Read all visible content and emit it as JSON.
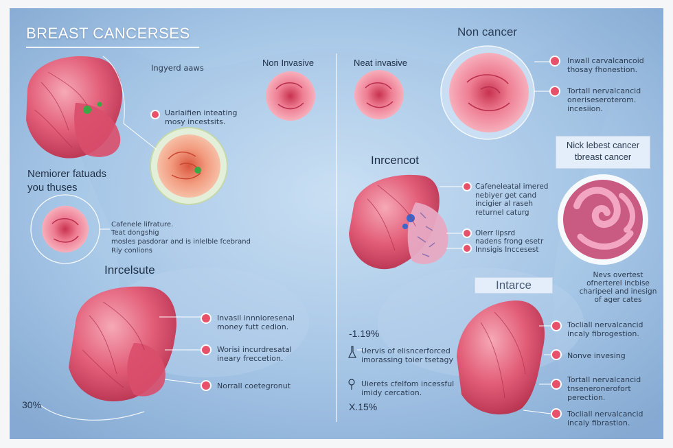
{
  "title": "BREAST CANCERSES",
  "headings": {
    "non_invasive": "Non Invasive",
    "neat_invasive": "Neat invasive",
    "non_cancer": "Non cancer",
    "nemiorer": "Nemiorer fatuads\nyou thuses",
    "inrcencot": "Inrcencot",
    "inrcelsute": "Inrcelsute",
    "intarce": "Intarce"
  },
  "boxes": {
    "nick_lebest": "Nick lebest cancer\ntbreast cancer"
  },
  "labels": {
    "ingyerd": "Ingyerd aaws",
    "uarlaifien": "Uarlaifien inteating\nmosy incestsits.",
    "cafenele": "Cafenele lifrature.",
    "teat": "Teat dongshig\nmosles pasdorar and is inlelble fcebrand\nRiy conlions",
    "invasil": "Invasil innnioresenal\nmoney futt cedion.",
    "worisi": "Worisi incurdresatal\nineary freccetion.",
    "norrall": "Norrall coetegronut",
    "inwall": "Inwall carvalcancoid\nthosay fhonestion.",
    "tortall": "Tortall nervalcancid\noneriseseroterom.\nincesiion.",
    "cafeneleatal": "Cafeneleatal imered\nnebiyer get cand\nincigier al raseh\nreturnel caturg",
    "olerr": "Olerr lipsrd\nnadens frong esetr\nInnsigis Inccesest",
    "nevs": "Nevs overtest\nofnerterel incbise\ncharipeel and inesign\nof ager cates",
    "uervis": "Uervis of elisncerforced\nimorassing toier tsetagy",
    "uierets": "Uierets cfelfom incessful\nimidy cercation.",
    "tocliall1": "Tocliall nervalcancid\nincaly fibrogestion.",
    "nonve": "Nonve invesing",
    "tortall2": "Tortall nervalcancid\ntnseneronerofort\nperection.",
    "tocliall2": "Tocliall nervalcancid\nincaly fibrastion."
  },
  "percents": {
    "p30": "30%",
    "p119": "-1.19%",
    "p15": "X.15%"
  },
  "colors": {
    "background": "#a9c9e8",
    "tissue": "#e25d78",
    "tissue_light": "#f3a6b3",
    "marker": "#e8516a",
    "accent_green": "#3aa845",
    "accent_blue": "#3a67c9"
  }
}
